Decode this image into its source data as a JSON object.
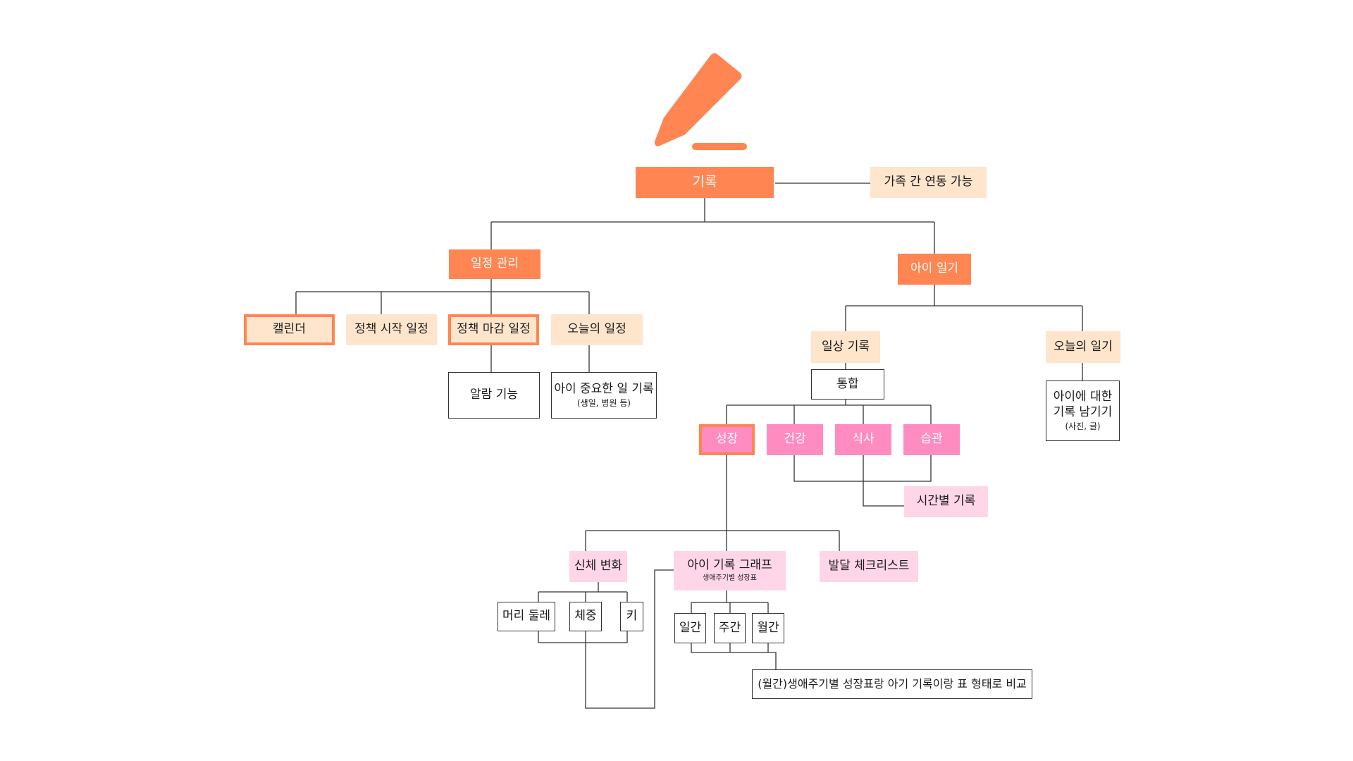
{
  "icon": {
    "name": "pencil-icon",
    "color": "#ff8552"
  },
  "colors": {
    "orange": "#ff8552",
    "peach": "#ffe5cc",
    "pink": "#ff8cc1",
    "light_pink": "#ffd6e7",
    "line": "#333333"
  },
  "root": {
    "label": "기록",
    "family_link": "가족 간 연동 가능"
  },
  "schedule": {
    "label": "일정 관리",
    "calendar": "캘린더",
    "policy_start": "정책 시작 일정",
    "policy_deadline": "정책 마감 일정",
    "today": "오늘의 일정",
    "alarm": "알람 기능",
    "important": {
      "line1": "아이 중요한 일 기록",
      "line2": "(생일, 병원 등)"
    }
  },
  "diary": {
    "label": "아이 일기",
    "daily": "일상 기록",
    "today_diary": "오늘의 일기",
    "about_child": {
      "line1": "아이에 대한",
      "line2": "기록 남기기",
      "line3": "(사진, 글)"
    },
    "integrated": "통합",
    "categories": {
      "growth": "성장",
      "health": "건강",
      "meal": "식사",
      "habit": "습관"
    },
    "time_record": "시간별 기록"
  },
  "growth": {
    "body_change": "신체 변화",
    "graph": {
      "title": "아이 기록 그래프",
      "subtitle": "생애주기별 성장표"
    },
    "checklist": "발달 체크리스트",
    "head": "머리 둘레",
    "weight": "체중",
    "height": "키",
    "daily": "일간",
    "weekly": "주간",
    "monthly": "월간",
    "monthly_compare": "(월간)생애주기별 성장표랑 아기 기록이랑 표 형태로 비교"
  }
}
